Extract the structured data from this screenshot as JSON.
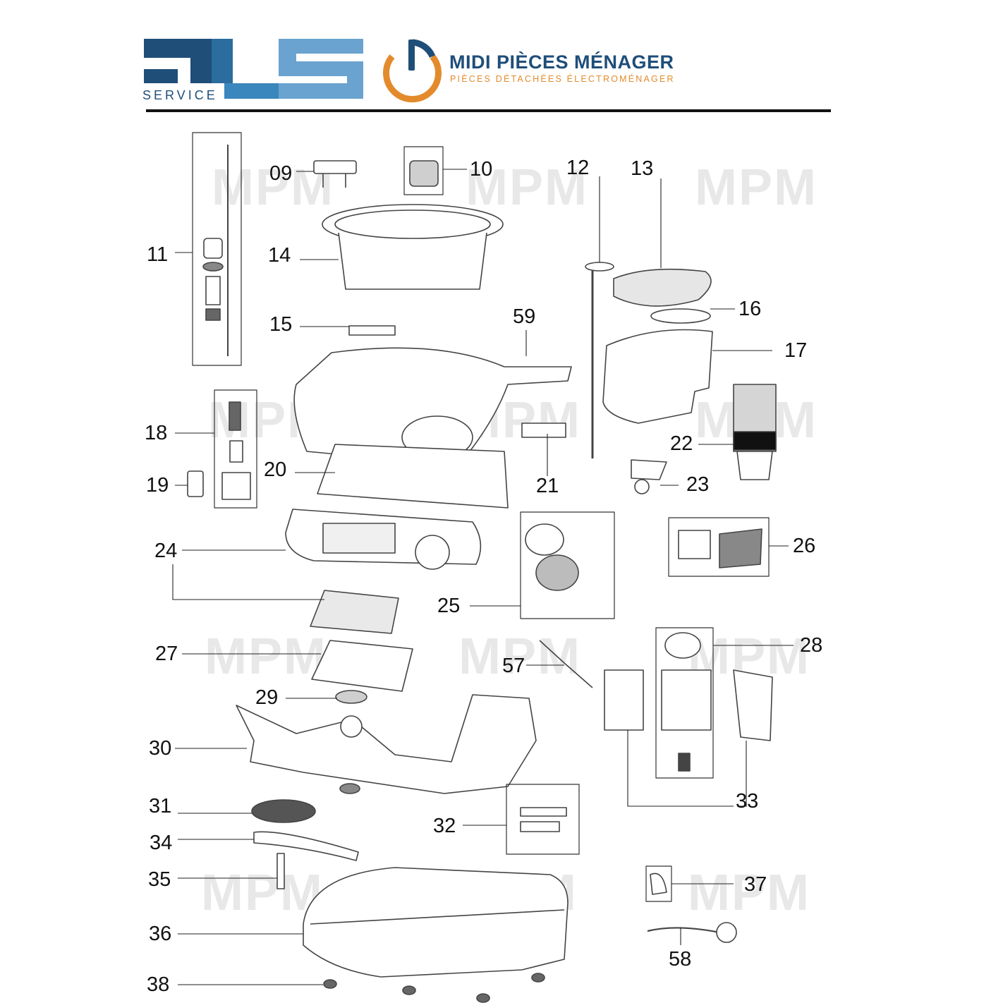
{
  "logos": {
    "dls": {
      "text": "SERVICE",
      "color": "#1f6fa3"
    },
    "mpm": {
      "title": "MIDI PIÈCES MÉNAGER",
      "subtitle": "PIÈCES DÉTACHÉES ÉLECTROMÉNAGER",
      "color": "#1f4e79",
      "accent": "#e38b2c"
    },
    "watermark": "MPM"
  },
  "parts": [
    {
      "num": "09"
    },
    {
      "num": "10"
    },
    {
      "num": "11"
    },
    {
      "num": "12"
    },
    {
      "num": "13"
    },
    {
      "num": "14"
    },
    {
      "num": "15"
    },
    {
      "num": "16"
    },
    {
      "num": "17"
    },
    {
      "num": "18"
    },
    {
      "num": "19"
    },
    {
      "num": "20"
    },
    {
      "num": "21"
    },
    {
      "num": "22"
    },
    {
      "num": "23"
    },
    {
      "num": "24"
    },
    {
      "num": "25"
    },
    {
      "num": "26"
    },
    {
      "num": "27"
    },
    {
      "num": "28"
    },
    {
      "num": "29"
    },
    {
      "num": "30"
    },
    {
      "num": "31"
    },
    {
      "num": "32"
    },
    {
      "num": "33"
    },
    {
      "num": "34"
    },
    {
      "num": "35"
    },
    {
      "num": "36"
    },
    {
      "num": "37"
    },
    {
      "num": "38"
    },
    {
      "num": "57"
    },
    {
      "num": "58"
    },
    {
      "num": "59"
    }
  ]
}
